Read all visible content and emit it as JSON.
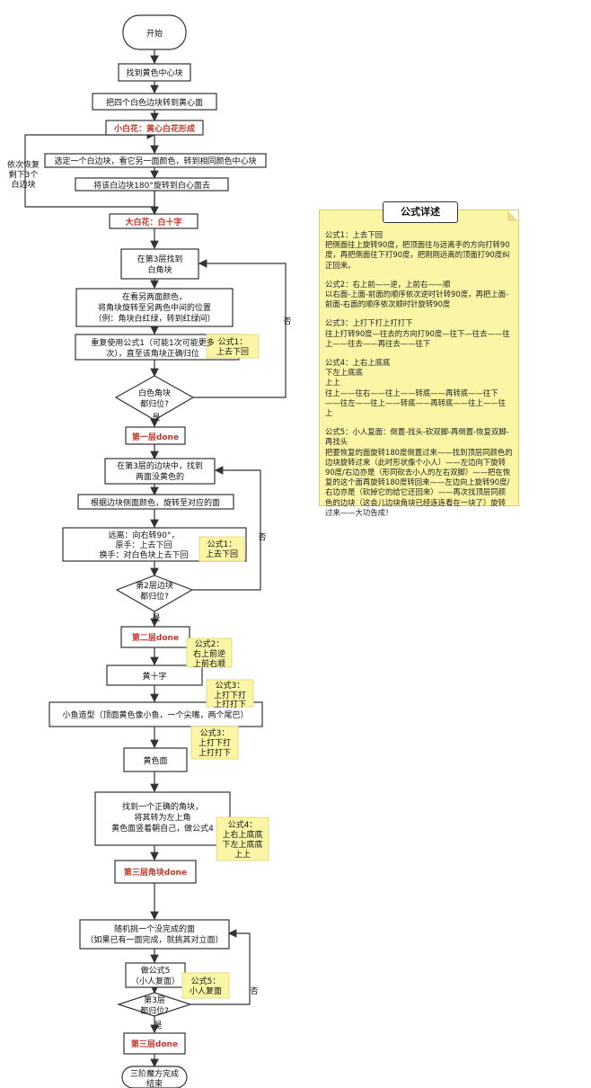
{
  "flow": {
    "start": "开始",
    "s1": "找到黄色中心块",
    "s2": "把四个白色边块转到黄心面",
    "s3": "小白花：黄心白花形成",
    "s4": "选定一个白边块，看它另一面颜色，转到相同颜色中心块",
    "s5": "将该白边块180°旋转到白心面去",
    "side_note": [
      "依次恢复",
      "剩下3个",
      "白边块"
    ],
    "s6": "大白花：白十字",
    "s7": [
      "在第3层找到",
      "白角块"
    ],
    "s8": [
      "在看另两面颜色，",
      "将角块旋转至另两色中间的位置",
      "（例：角块白红绿，转到红绿间）"
    ],
    "s9": [
      "重复使用公式1（可能1次可能更多",
      "次），直至该角块正确归位"
    ],
    "d1": [
      "白色角块",
      "都归位?"
    ],
    "s10": "第一层done",
    "s11": [
      "在第3层的边块中，找到",
      "两面没黄色的"
    ],
    "s12": "根据边块侧面颜色，旋转至对应的面",
    "s13": [
      "远离：向右转90°，",
      "原手：上去下回",
      "换手：对白色块上去下回"
    ],
    "d2": [
      "第2层边块",
      "都归位?"
    ],
    "s14": "第二层done",
    "s15": "黄十字",
    "s16": "小鱼造型（顶面黄色像小鱼，一个尖嘴，两个尾巴）",
    "s17": "黄色面",
    "s18": [
      "找到一个正确的角块，",
      "将其转为左上角",
      "黄色面竖着朝自己，做公式4"
    ],
    "s19": "第三层角块done",
    "s20": [
      "随机挑一个没完成的面",
      "（如果已有一面完成，就挑其对立面）"
    ],
    "s21": [
      "做公式5",
      "（小人复面）"
    ],
    "d3": [
      "第3层",
      "都归位?"
    ],
    "s22": "第三层done",
    "end": [
      "三阶魔方完成",
      "结束"
    ],
    "yes": "是",
    "no": "否"
  },
  "notes": {
    "n1": [
      "公式1：",
      "上去下回"
    ],
    "n2": [
      "公式1：",
      "上去下回"
    ],
    "n3": [
      "公式2：",
      "右上前逆",
      "上前右顺"
    ],
    "n4": [
      "公式3：",
      "上打下打",
      "上打打下"
    ],
    "n5": [
      "公式3：",
      "上打下打",
      "上打打下"
    ],
    "n6": [
      "公式4：",
      "上右上底底",
      "下左上底底",
      "上上"
    ],
    "n7": [
      "公式5：",
      "小人复面"
    ]
  },
  "legend": {
    "title": "公式详述",
    "items": [
      "公式1：上去下回\n把侧面往上旋转90度，把顶面往与远离手的方向打转90度，再把侧面往下打90度，把刚刚远离的顶面打90度纠正回来。",
      "公式2：右上前——逆，上前右——顺\n以右面-上面-前面的顺序依次逆时针转90度，再把上面-前面-右面的顺序依次顺时针旋转90度",
      "公式3：上打下打上打打下\n往上打转90度—往去的方向打90度—往下—往去——往上——往去——再往去——往下",
      "公式4：上右上底底\n下左上底底\n上上\n往上——往右——往上——转底——再转底——往下——往左——往上——转底——再转底——往上——往上",
      "公式5：小人复面：倒置-找头-砍双脚-再倒置-恢复双脚-再找头\n把要恢复的面旋转180度倒置过来——找到顶层同颜色的边块旋转过来（此时形状像个小人）——左边向下旋转90度/右边亦是（形同砍去小人的左右双脚）——把在恢复的这个面再旋转180度转回来——左边向上旋转90度/右边亦是（砍掉它的给它还回来）——再次找顶层同颜色的边块（这会儿边块角块已经连连看在一块了）旋转过来——大功告成！"
    ]
  },
  "colors": {
    "red_text": "#c0392b",
    "note_yellow": "#fbf5a6",
    "line": "#333333"
  }
}
